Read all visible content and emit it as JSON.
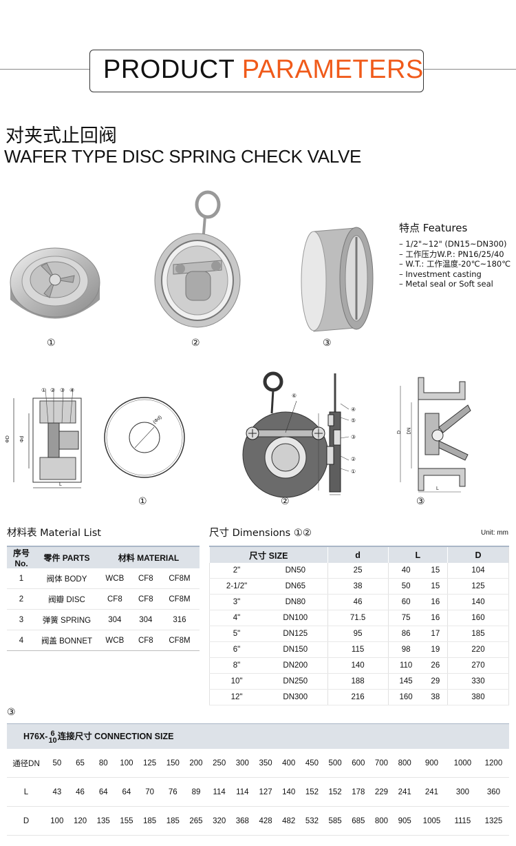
{
  "header": {
    "title_black": "PRODUCT",
    "title_orange": "PARAMETERS"
  },
  "product": {
    "title_cn": "对夹式止回阀",
    "title_en": "WAFER TYPE DISC SPRING CHECK VALVE"
  },
  "features": {
    "heading": "特点 Features",
    "items": [
      "1/2\"~12\" (DN15~DN300)",
      "工作压力W.P.: PN16/25/40",
      "W.T.: 工作温度-20℃~180℃",
      "Investment casting",
      "Metal seal or Soft seal"
    ]
  },
  "photo_labels": [
    "①",
    "②",
    "③"
  ],
  "drawing_labels": {
    "d1": "①",
    "d2": "②",
    "d3": "③",
    "callouts_top": [
      "①",
      "②",
      "③",
      "④"
    ],
    "callout_6": "⑥",
    "callouts_side": [
      "④",
      "⑤",
      "③",
      "②",
      "①"
    ],
    "dim_D": "ΦD",
    "dim_d": "Φd",
    "dim_L": "L",
    "dim_DN": "DN",
    "dim_D2": "D",
    "inner_label": "(Φd)"
  },
  "material_list": {
    "heading": "材料表 Material List",
    "headers": [
      "序号No.",
      "零件 PARTS",
      "材料 MATERIAL"
    ],
    "rows": [
      [
        "1",
        "阀体 BODY",
        "WCB",
        "CF8",
        "CF8M"
      ],
      [
        "2",
        "阀瓣 DISC",
        "CF8",
        "CF8",
        "CF8M"
      ],
      [
        "3",
        "弹簧 SPRING",
        "304",
        "304",
        "316"
      ],
      [
        "4",
        "阀盖 BONNET",
        "WCB",
        "CF8",
        "CF8M"
      ]
    ]
  },
  "dimensions": {
    "heading": "尺寸 Dimensions ①②",
    "unit": "Unit: mm",
    "headers": [
      "尺寸 SIZE",
      "d",
      "L",
      "D"
    ],
    "rows": [
      [
        "2\"",
        "DN50",
        "25",
        "40",
        "15",
        "104"
      ],
      [
        "2-1/2\"",
        "DN65",
        "38",
        "50",
        "15",
        "125"
      ],
      [
        "3\"",
        "DN80",
        "46",
        "60",
        "16",
        "140"
      ],
      [
        "4\"",
        "DN100",
        "71.5",
        "75",
        "16",
        "160"
      ],
      [
        "5\"",
        "DN125",
        "95",
        "86",
        "17",
        "185"
      ],
      [
        "6\"",
        "DN150",
        "115",
        "98",
        "19",
        "220"
      ],
      [
        "8\"",
        "DN200",
        "140",
        "110",
        "26",
        "270"
      ],
      [
        "10\"",
        "DN250",
        "188",
        "145",
        "29",
        "330"
      ],
      [
        "12\"",
        "DN300",
        "216",
        "160",
        "38",
        "380"
      ]
    ]
  },
  "connection": {
    "marker": "③",
    "caption_prefix": "H76X-",
    "caption_num": "6",
    "caption_den": "10",
    "caption_suffix": "连接尺寸 CONNECTION SIZE",
    "dn_label": "通径DN",
    "l_label": "L",
    "d_label": "D",
    "dn": [
      "50",
      "65",
      "80",
      "100",
      "125",
      "150",
      "200",
      "250",
      "300",
      "350",
      "400",
      "450",
      "500",
      "600",
      "700",
      "800",
      "900",
      "1000",
      "1200"
    ],
    "l": [
      "43",
      "46",
      "64",
      "64",
      "70",
      "76",
      "89",
      "114",
      "114",
      "127",
      "140",
      "152",
      "152",
      "178",
      "229",
      "241",
      "241",
      "300",
      "360"
    ],
    "d": [
      "100",
      "120",
      "135",
      "155",
      "185",
      "185",
      "265",
      "320",
      "368",
      "428",
      "482",
      "532",
      "585",
      "685",
      "800",
      "905",
      "1005",
      "1115",
      "1325"
    ]
  }
}
